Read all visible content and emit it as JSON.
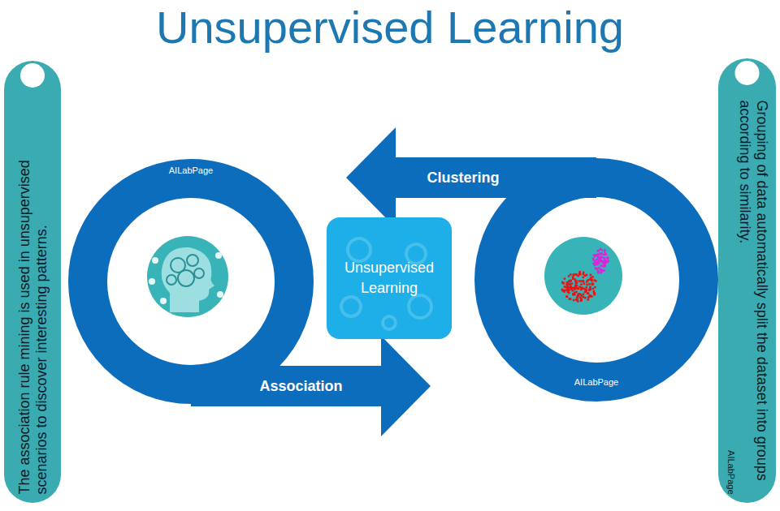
{
  "diagram": {
    "title": "Unsupervised Learning",
    "nodes": [
      {
        "text": [
          "The association rule mining is used in unsupervised scenarios to discover interesting patterns."
        ]
      },
      {
        "text": [
          "AILabPage"
        ]
      },
      {
        "text": [
          "Unsupervised Learning"
        ]
      },
      {
        "text": [
          "AILabPage"
        ]
      },
      {
        "text": [
          "Grouping of data automatically split the dataset into groups according to similarity.",
          "AILabPage"
        ]
      }
    ],
    "edges": [
      {
        "from": 3,
        "to": 1,
        "label": "Clustering",
        "arrow": "to"
      },
      {
        "from": 1,
        "to": 3,
        "label": "Association",
        "arrow": "to"
      }
    ]
  }
}
